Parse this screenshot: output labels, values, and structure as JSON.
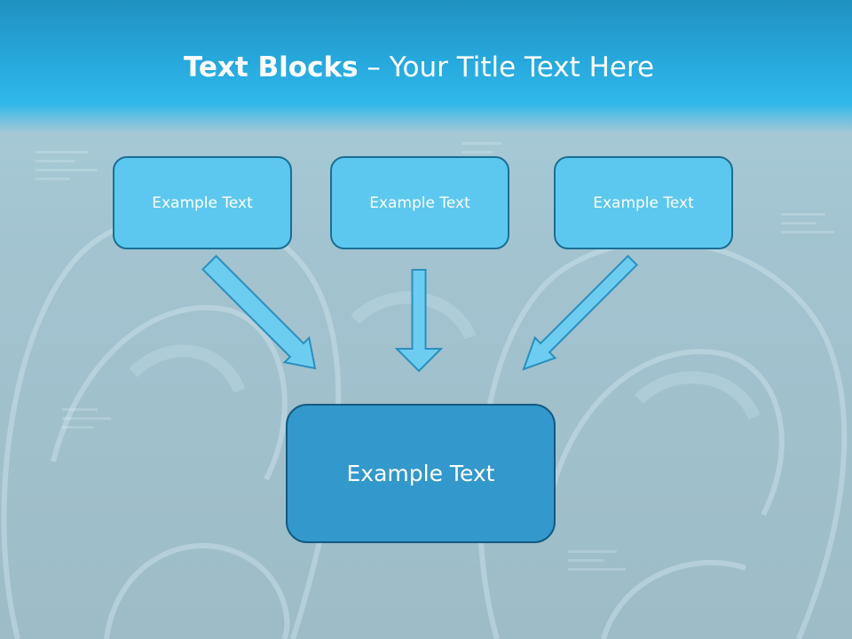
{
  "slide": {
    "title_bold": "Text Blocks",
    "title_separator": " – ",
    "title_rest": "Your Title Text Here",
    "source_boxes": [
      {
        "label": "Example Text"
      },
      {
        "label": "Example Text"
      },
      {
        "label": "Example Text"
      }
    ],
    "target_box": {
      "label": "Example Text"
    }
  },
  "colors": {
    "title_band": "#27a8dc",
    "source_box_fill": "#5cc8ef",
    "target_box_fill": "#3398cc",
    "arrow_fill": "#6ccdf0"
  }
}
